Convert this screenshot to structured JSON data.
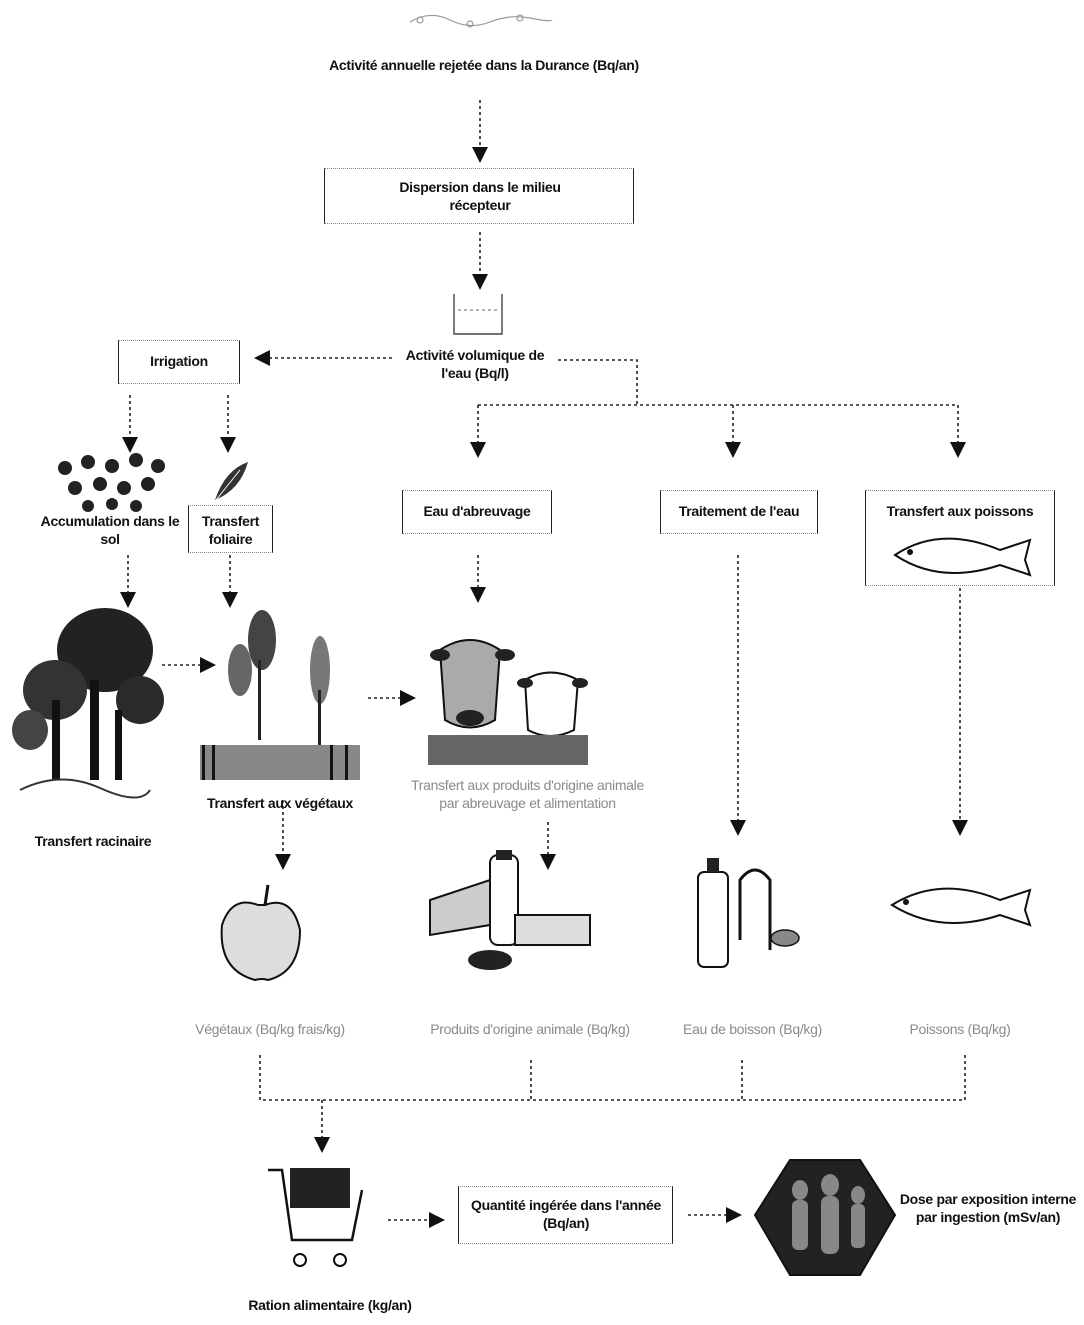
{
  "nodes": {
    "top": "Activité annuelle rejetée dans la Durance (Bq/an)",
    "dispersion": "Dispersion dans le milieu récepteur",
    "volumic": "Activité volumique de l'eau (Bq/l)",
    "irrigation": "Irrigation",
    "soil": "Accumulation dans le sol",
    "foliar": "Transfert foliaire",
    "watering": "Eau d'abreuvage",
    "treatment": "Traitement de l'eau",
    "fish_transfer": "Transfert aux poissons",
    "root": "Transfert racinaire",
    "plant": "Transfert aux végétaux",
    "animal": "Transfert aux produits d'origine animale par abreuvage et alimentation",
    "vegetables": "Végétaux (Bq/kg frais/kg)",
    "animal_products": "Produits d'origine animale (Bq/kg)",
    "drinking_water": "Eau de boisson (Bq/kg)",
    "fish": "Poissons (Bq/kg)",
    "diet": "Ration alimentaire (kg/an)",
    "ingested": "Quantité ingérée dans l'année (Bq/an)",
    "dose": "Dose par exposition interne par ingestion (mSv/an)"
  },
  "colors": {
    "line": "#222222",
    "faint_text": "#8a8a8a",
    "accent": "#000000"
  }
}
